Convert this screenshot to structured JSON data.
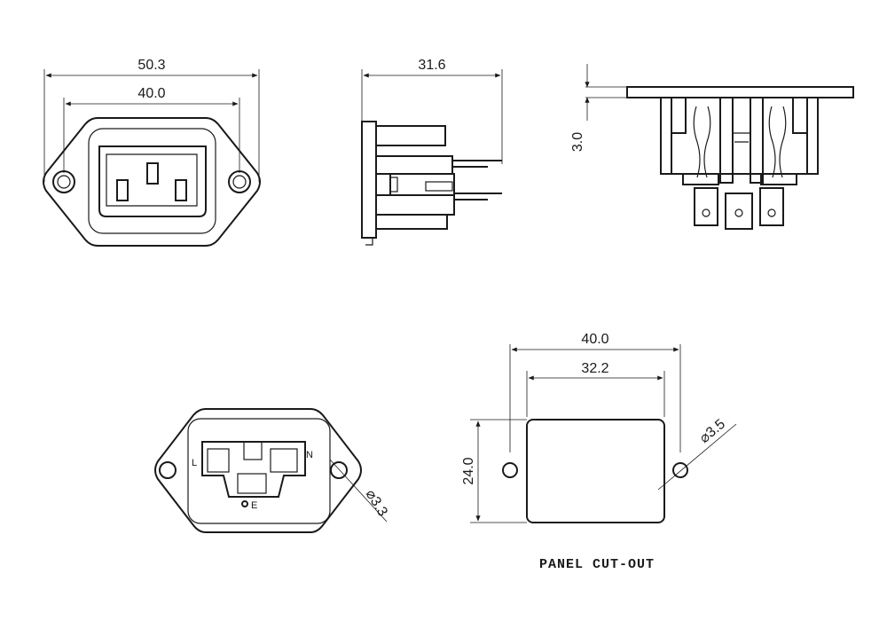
{
  "front_view": {
    "overall_width": "50.3",
    "mounting_hole_spacing": "40.0"
  },
  "side_view": {
    "depth": "31.6"
  },
  "section_view": {
    "flange_thickness": "3.0"
  },
  "rear_view": {
    "label_line": "L",
    "label_neutral": "N",
    "label_earth": "E",
    "hole_diameter": "⌀3.3"
  },
  "panel_cutout": {
    "hole_spacing": "40.0",
    "cutout_width": "32.2",
    "cutout_height": "24.0",
    "hole_diameter": "⌀3.5",
    "caption": "PANEL CUT-OUT"
  }
}
